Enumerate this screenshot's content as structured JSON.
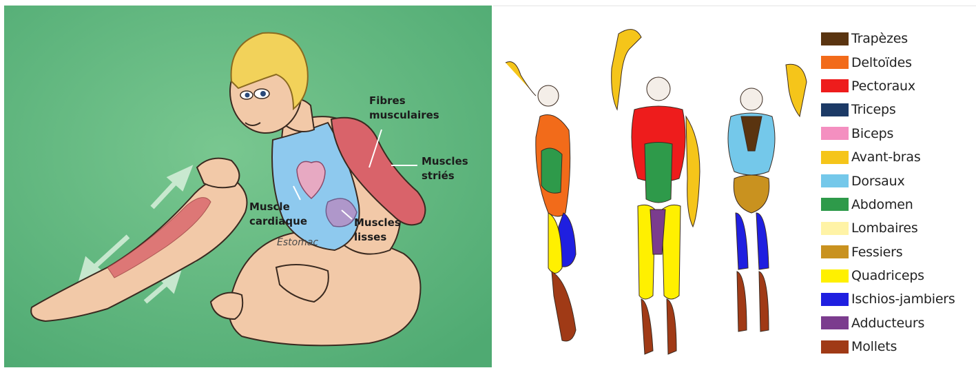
{
  "left_illustration": {
    "labels": {
      "fibres": "Fibres\nmusculaires",
      "stries": "Muscles\nstriés",
      "cardiaque": "Muscle\ncardiaque",
      "lisses": "Muscles\nlisses",
      "estomac": "Estomac"
    },
    "colors": {
      "background": "#5fb87e",
      "skin": "#f2c9a8",
      "swimsuit": "#8ec9ee",
      "muscle": "#d9636a",
      "hair": "#f2d25a"
    }
  },
  "right_chart": {
    "legend": [
      {
        "label": "Trapèzes",
        "color": "#5a3410"
      },
      {
        "label": "Deltoïdes",
        "color": "#f26b1a"
      },
      {
        "label": "Pectoraux",
        "color": "#ee1c1c"
      },
      {
        "label": "Triceps",
        "color": "#1c3a66"
      },
      {
        "label": "Biceps",
        "color": "#f48fc0"
      },
      {
        "label": "Avant-bras",
        "color": "#f5c51a"
      },
      {
        "label": "Dorsaux",
        "color": "#74c8ea"
      },
      {
        "label": "Abdomen",
        "color": "#2e9a4a"
      },
      {
        "label": "Lombaires",
        "color": "#fff3a6"
      },
      {
        "label": "Fessiers",
        "color": "#c9921f"
      },
      {
        "label": "Quadriceps",
        "color": "#fff000"
      },
      {
        "label": "Ischios-jambiers",
        "color": "#1f1fe0"
      },
      {
        "label": "Adducteurs",
        "color": "#7b3c8e"
      },
      {
        "label": "Mollets",
        "color": "#a03a16"
      }
    ]
  }
}
